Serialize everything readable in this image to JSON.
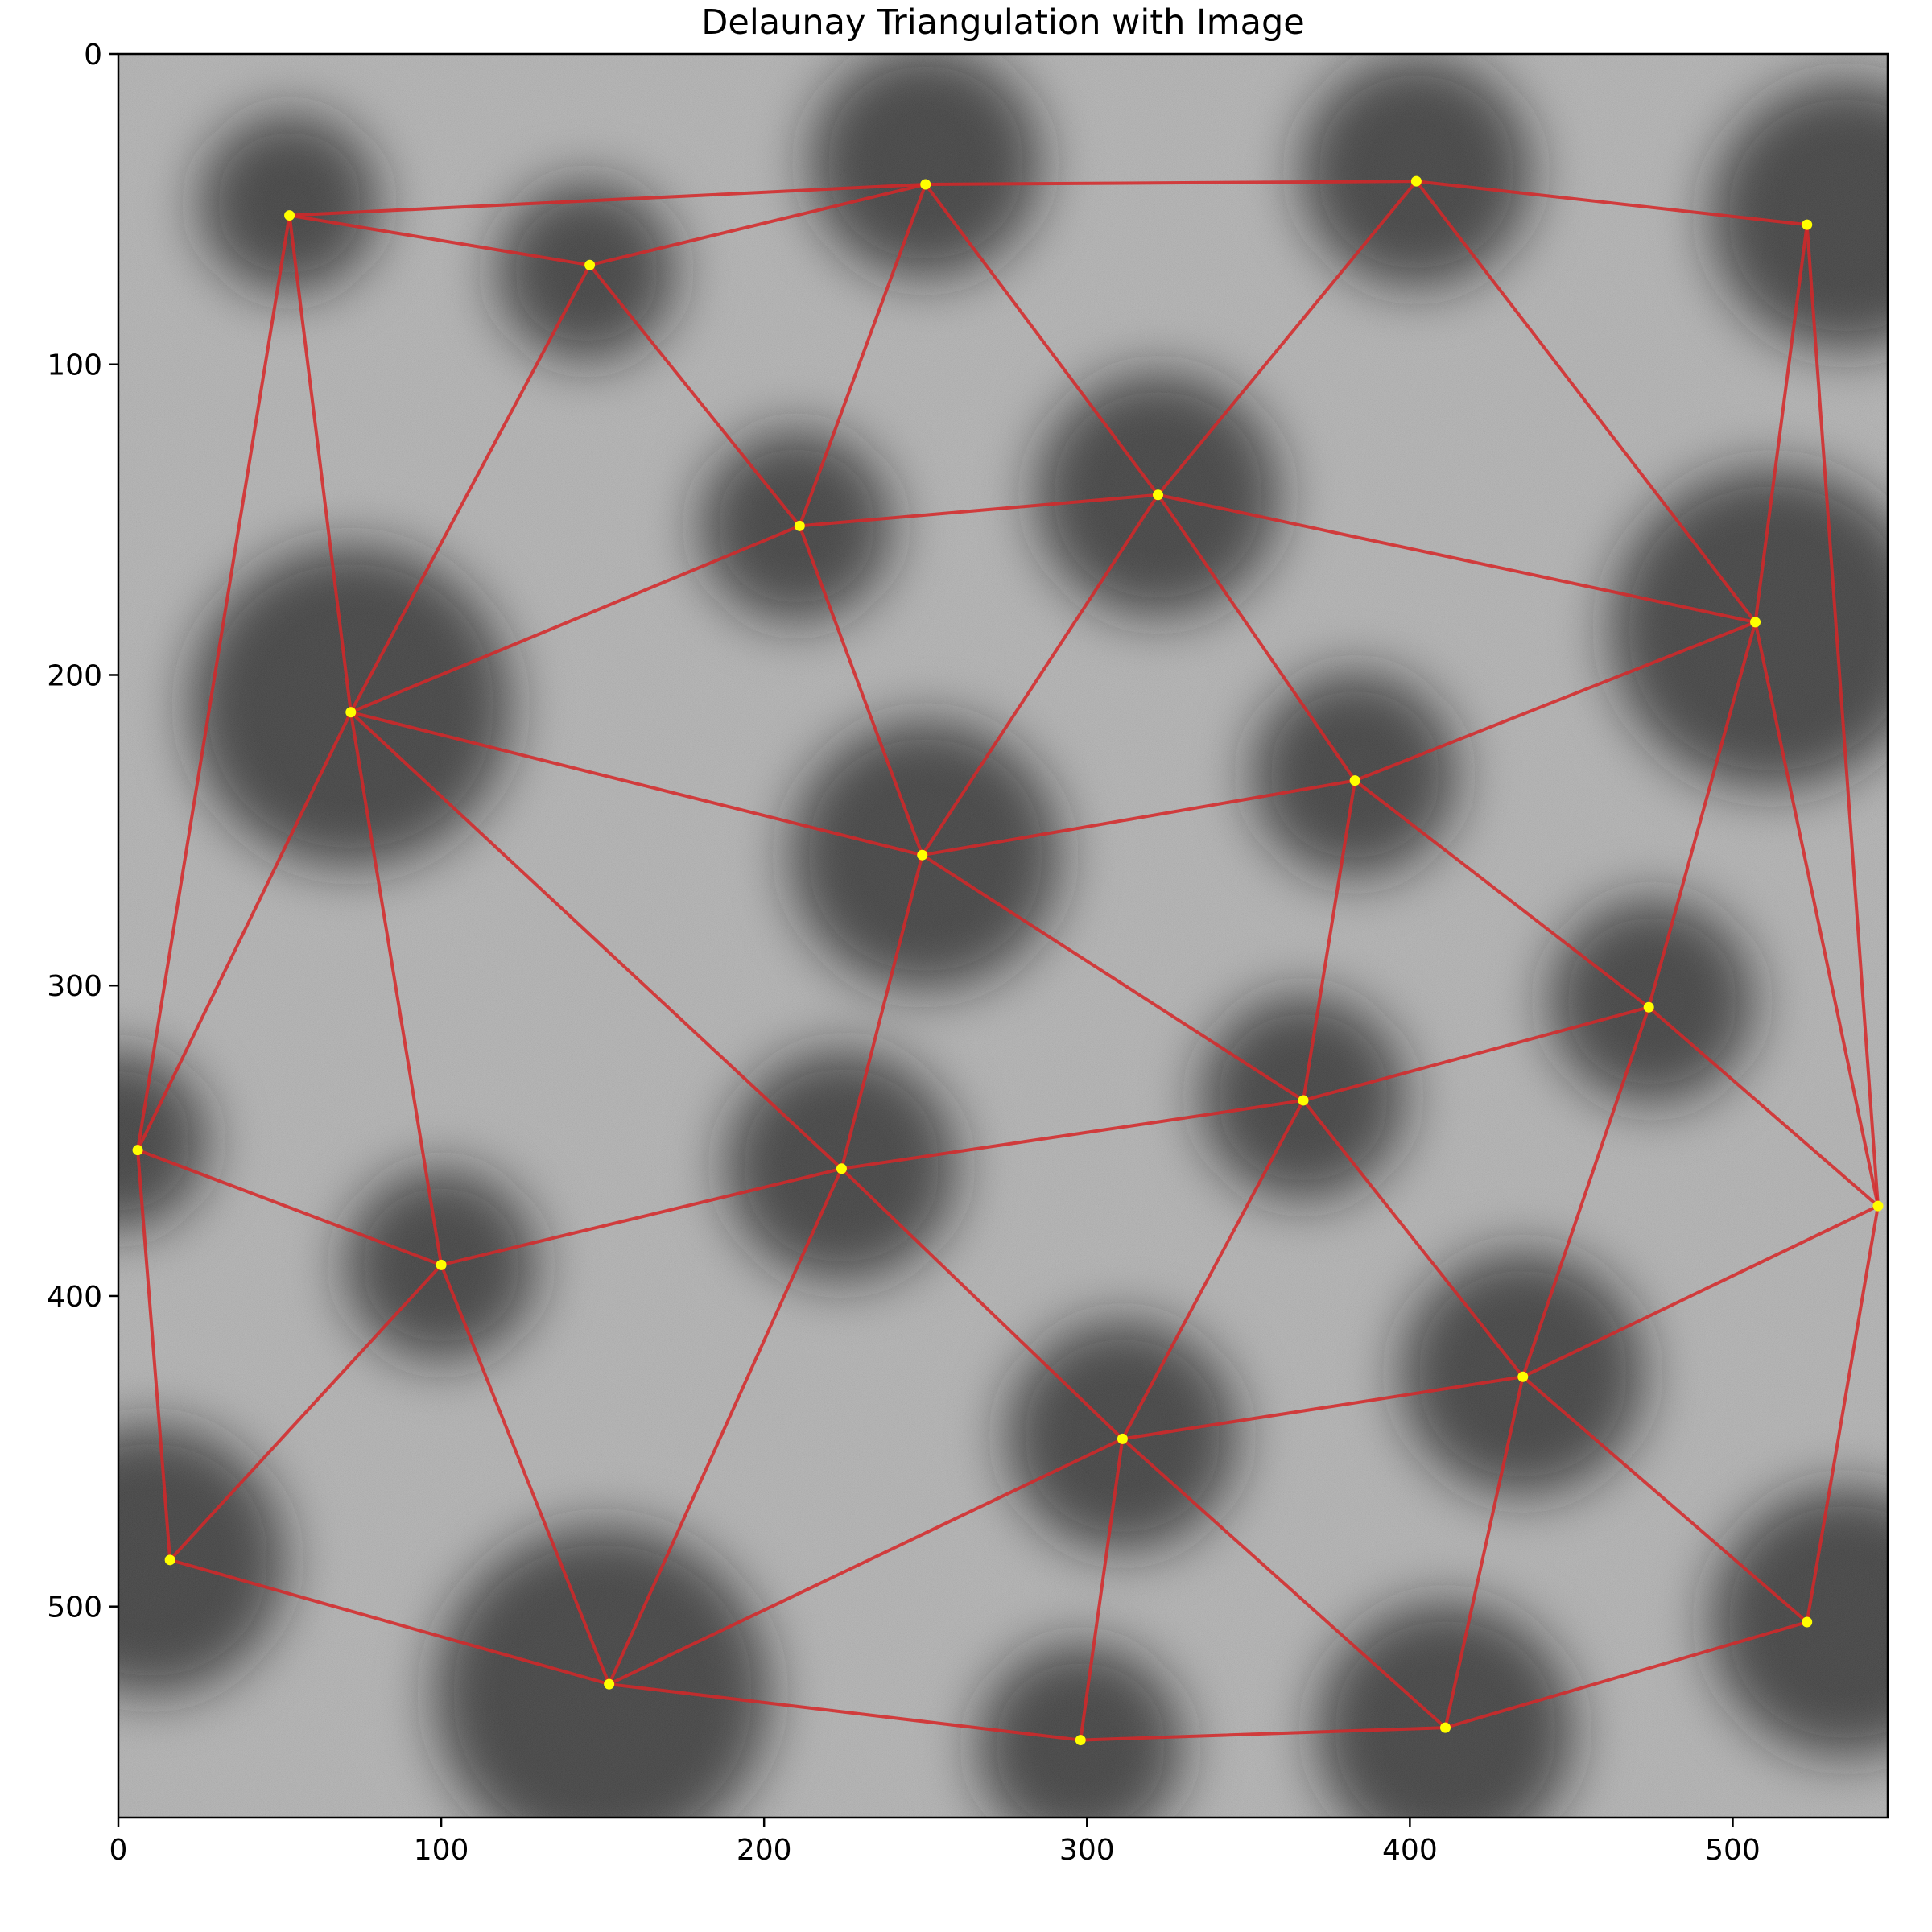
{
  "chart_data": {
    "type": "scatter",
    "title": "Delaunay Triangulation with Image",
    "xlabel": "",
    "ylabel": "",
    "xlim": [
      0,
      548
    ],
    "ylim": [
      568,
      0
    ],
    "y_axis_inverted": true,
    "grid": false,
    "xticks": [
      0,
      100,
      200,
      300,
      400,
      500
    ],
    "yticks": [
      0,
      100,
      200,
      300,
      400,
      500
    ],
    "xtick_labels": [
      "0",
      "100",
      "200",
      "300",
      "400",
      "500"
    ],
    "ytick_labels": [
      "0",
      "100",
      "200",
      "300",
      "400",
      "500"
    ],
    "background_image": {
      "description_kind": "grayscale noisy image with dark blobs",
      "blobs": [
        {
          "x": 53,
          "y": 48,
          "r": 28
        },
        {
          "x": 145,
          "y": 70,
          "r": 28
        },
        {
          "x": 250,
          "y": 35,
          "r": 36
        },
        {
          "x": 402,
          "y": 38,
          "r": 36
        },
        {
          "x": 535,
          "y": 52,
          "r": 42
        },
        {
          "x": 210,
          "y": 152,
          "r": 30
        },
        {
          "x": 322,
          "y": 142,
          "r": 38
        },
        {
          "x": 72,
          "y": 210,
          "r": 50
        },
        {
          "x": 512,
          "y": 185,
          "r": 50
        },
        {
          "x": 383,
          "y": 232,
          "r": 32
        },
        {
          "x": 250,
          "y": 258,
          "r": 42
        },
        {
          "x": 475,
          "y": 305,
          "r": 32
        },
        {
          "x": 367,
          "y": 336,
          "r": 32
        },
        {
          "x": 0,
          "y": 350,
          "r": 28
        },
        {
          "x": 224,
          "y": 358,
          "r": 36
        },
        {
          "x": 100,
          "y": 390,
          "r": 30
        },
        {
          "x": 435,
          "y": 425,
          "r": 38
        },
        {
          "x": 311,
          "y": 445,
          "r": 36
        },
        {
          "x": 10,
          "y": 485,
          "r": 42
        },
        {
          "x": 535,
          "y": 505,
          "r": 42
        },
        {
          "x": 150,
          "y": 528,
          "r": 52
        },
        {
          "x": 298,
          "y": 545,
          "r": 32
        },
        {
          "x": 411,
          "y": 540,
          "r": 40
        }
      ]
    },
    "points": [
      {
        "x": 53,
        "y": 52
      },
      {
        "x": 146,
        "y": 68
      },
      {
        "x": 250,
        "y": 42
      },
      {
        "x": 402,
        "y": 41
      },
      {
        "x": 523,
        "y": 55
      },
      {
        "x": 211,
        "y": 152
      },
      {
        "x": 322,
        "y": 142
      },
      {
        "x": 72,
        "y": 212
      },
      {
        "x": 507,
        "y": 183
      },
      {
        "x": 383,
        "y": 234
      },
      {
        "x": 249,
        "y": 258
      },
      {
        "x": 474,
        "y": 307
      },
      {
        "x": 367,
        "y": 337
      },
      {
        "x": 6,
        "y": 353
      },
      {
        "x": 224,
        "y": 359
      },
      {
        "x": 100,
        "y": 390
      },
      {
        "x": 435,
        "y": 426
      },
      {
        "x": 311,
        "y": 446
      },
      {
        "x": 16,
        "y": 485
      },
      {
        "x": 523,
        "y": 505
      },
      {
        "x": 152,
        "y": 525
      },
      {
        "x": 298,
        "y": 543
      },
      {
        "x": 411,
        "y": 539
      },
      {
        "x": 545,
        "y": 371
      }
    ],
    "triangles": [
      [
        0,
        1,
        7
      ],
      [
        1,
        2,
        5
      ],
      [
        0,
        2,
        1
      ],
      [
        1,
        5,
        7
      ],
      [
        2,
        3,
        6
      ],
      [
        2,
        6,
        5
      ],
      [
        3,
        4,
        8
      ],
      [
        3,
        8,
        6
      ],
      [
        4,
        23,
        8
      ],
      [
        5,
        6,
        10
      ],
      [
        5,
        10,
        7
      ],
      [
        6,
        8,
        9
      ],
      [
        6,
        9,
        10
      ],
      [
        0,
        7,
        13
      ],
      [
        7,
        10,
        14
      ],
      [
        7,
        14,
        15
      ],
      [
        7,
        15,
        13
      ],
      [
        8,
        23,
        11
      ],
      [
        8,
        11,
        9
      ],
      [
        9,
        11,
        12
      ],
      [
        9,
        12,
        10
      ],
      [
        10,
        12,
        14
      ],
      [
        11,
        23,
        16
      ],
      [
        11,
        16,
        12
      ],
      [
        12,
        16,
        17
      ],
      [
        12,
        17,
        14
      ],
      [
        13,
        15,
        18
      ],
      [
        14,
        17,
        20
      ],
      [
        14,
        20,
        15
      ],
      [
        15,
        20,
        18
      ],
      [
        16,
        23,
        19
      ],
      [
        16,
        19,
        22
      ],
      [
        16,
        22,
        17
      ],
      [
        17,
        22,
        21
      ],
      [
        17,
        21,
        20
      ]
    ],
    "colors": {
      "edges": "#d62728",
      "points": "#ffff00"
    }
  }
}
